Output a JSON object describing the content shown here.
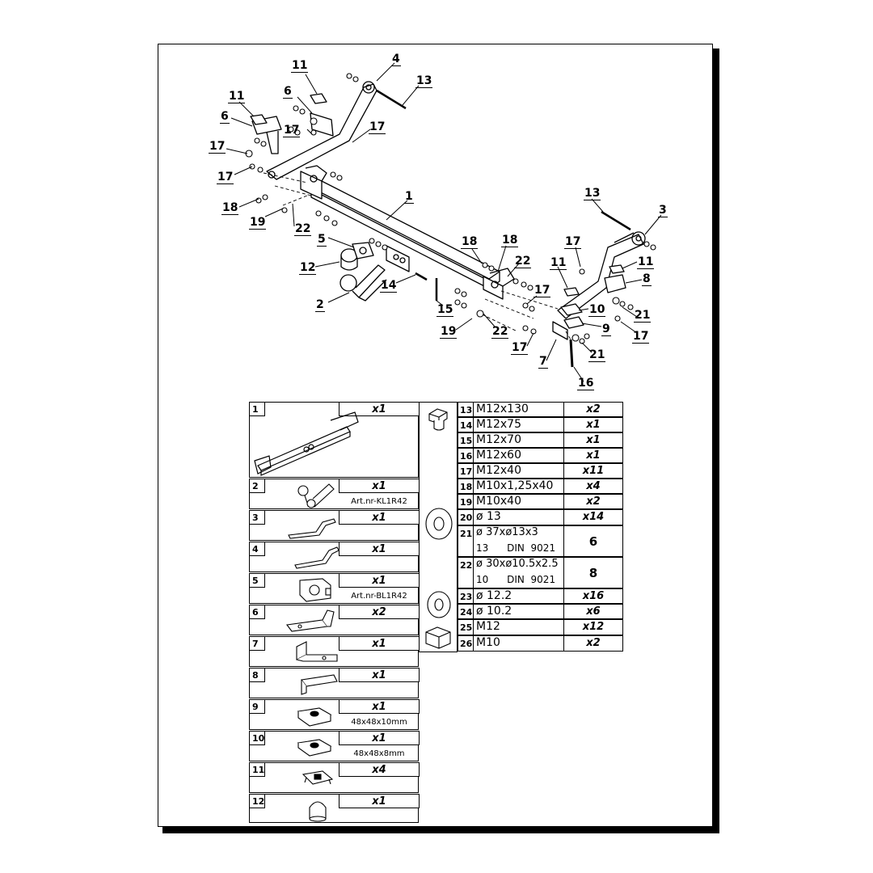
{
  "callouts": {
    "c1": "1",
    "c2": "2",
    "c3": "3",
    "c4": "4",
    "c5": "5",
    "c6a": "6",
    "c6b": "6",
    "c7": "7",
    "c8": "8",
    "c9": "9",
    "c10": "10",
    "c11a": "11",
    "c11b": "11",
    "c11c": "11",
    "c11d": "11",
    "c12": "12",
    "c13a": "13",
    "c13b": "13",
    "c14": "14",
    "c15": "15",
    "c16": "16",
    "c17a": "17",
    "c17b": "17",
    "c17c": "17",
    "c17d": "17",
    "c17e": "17",
    "c17f": "17",
    "c17g": "17",
    "c17h": "17",
    "c18a": "18",
    "c18b": "18",
    "c18c": "18",
    "c19a": "19",
    "c19b": "19",
    "c21a": "21",
    "c21b": "21",
    "c22a": "22",
    "c22b": "22",
    "c22c": "22"
  },
  "parts": [
    {
      "num": "1",
      "qty": "x1",
      "art": ""
    },
    {
      "num": "2",
      "qty": "x1",
      "art": "Art.nr-KL1R42"
    },
    {
      "num": "3",
      "qty": "x1",
      "art": ""
    },
    {
      "num": "4",
      "qty": "x1",
      "art": ""
    },
    {
      "num": "5",
      "qty": "x1",
      "art": "Art.nr-BL1R42"
    },
    {
      "num": "6",
      "qty": "x2",
      "art": ""
    },
    {
      "num": "7",
      "qty": "x1",
      "art": ""
    },
    {
      "num": "8",
      "qty": "x1",
      "art": ""
    },
    {
      "num": "9",
      "qty": "x1",
      "art": "48x48x10mm"
    },
    {
      "num": "10",
      "qty": "x1",
      "art": "48x48x8mm"
    },
    {
      "num": "11",
      "qty": "x4",
      "art": ""
    },
    {
      "num": "12",
      "qty": "x1",
      "art": ""
    }
  ],
  "hardware": [
    {
      "num": "13",
      "desc": "M12x130",
      "desc2": "",
      "qty": "x2"
    },
    {
      "num": "14",
      "desc": "M12x75",
      "desc2": "",
      "qty": "x1"
    },
    {
      "num": "15",
      "desc": "M12x70",
      "desc2": "",
      "qty": "x1"
    },
    {
      "num": "16",
      "desc": "M12x60",
      "desc2": "",
      "qty": "x1"
    },
    {
      "num": "17",
      "desc": "M12x40",
      "desc2": "",
      "qty": "x11"
    },
    {
      "num": "18",
      "desc": "M10x1,25x40",
      "desc2": "",
      "qty": "x4"
    },
    {
      "num": "19",
      "desc": "M10x40",
      "desc2": "",
      "qty": "x2"
    },
    {
      "num": "20",
      "desc": "ø 13",
      "desc2": "",
      "qty": "x14"
    },
    {
      "num": "21",
      "desc": "ø 37xø13x3",
      "desc2": "13      DIN  9021",
      "qty": "6"
    },
    {
      "num": "22",
      "desc": "ø 30xø10.5x2.5",
      "desc2": "10      DIN  9021",
      "qty": "8"
    },
    {
      "num": "23",
      "desc": "ø 12.2",
      "desc2": "",
      "qty": "x16"
    },
    {
      "num": "24",
      "desc": "ø 10.2",
      "desc2": "",
      "qty": "x6"
    },
    {
      "num": "25",
      "desc": "M12",
      "desc2": "",
      "qty": "x12"
    },
    {
      "num": "26",
      "desc": "M10",
      "desc2": "",
      "qty": "x2"
    }
  ]
}
